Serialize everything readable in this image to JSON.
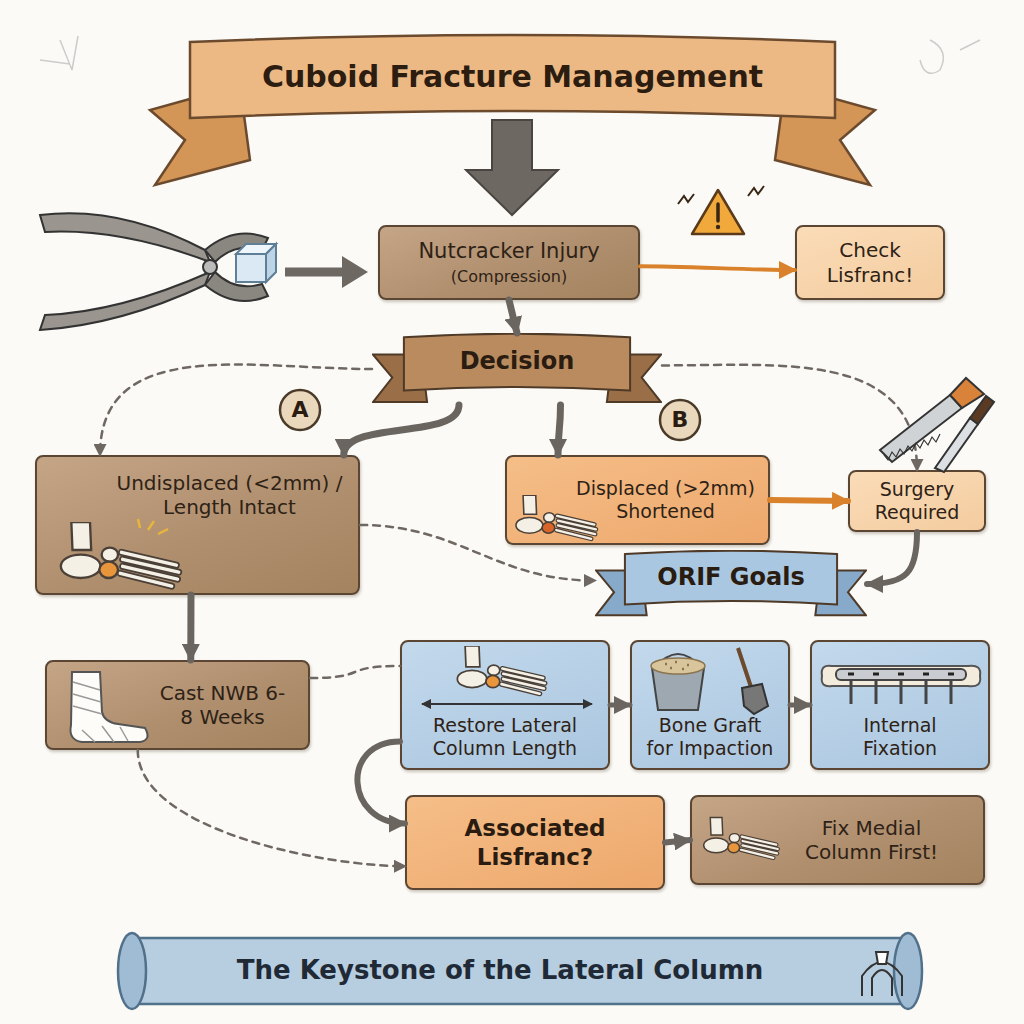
{
  "diagram": {
    "title": "Cuboid Fracture Management",
    "caption": "The Keystone of the Lateral Column",
    "nodes": [
      {
        "text": [
          "Nutcracker Injury",
          "(Compression)"
        ]
      },
      {
        "text": [
          "Check Lisfranc!"
        ]
      },
      {
        "text": [
          "Decision"
        ]
      },
      {
        "text": [
          "A"
        ]
      },
      {
        "text": [
          "B"
        ]
      },
      {
        "text": [
          "Undisplaced (<2mm) / Length Intact"
        ]
      },
      {
        "text": [
          "Displaced (>2mm) Shortened"
        ]
      },
      {
        "text": [
          "Surgery Required"
        ]
      },
      {
        "text": [
          "ORIF Goals"
        ]
      },
      {
        "text": [
          "Cast NWB 6-8 Weeks"
        ]
      },
      {
        "text": [
          "Restore Lateral Column Length"
        ]
      },
      {
        "text": [
          "Bone Graft for Impaction"
        ]
      },
      {
        "text": [
          "Internal Fixation"
        ]
      },
      {
        "text": [
          "Associated Lisfranc?"
        ]
      },
      {
        "text": [
          "Fix Medial Column First!"
        ]
      }
    ],
    "edges": [
      {
        "from": 0,
        "to": 1,
        "arrow": "to"
      },
      {
        "from": 0,
        "to": 2,
        "arrow": "to"
      },
      {
        "from": 2,
        "to": 5,
        "arrow": "to"
      },
      {
        "from": 2,
        "to": 6,
        "arrow": "to"
      },
      {
        "from": 2,
        "to": 5,
        "arrow": "to"
      },
      {
        "from": 2,
        "to": 7,
        "arrow": "to"
      },
      {
        "from": 5,
        "to": 9,
        "arrow": "to"
      },
      {
        "from": 6,
        "to": 7,
        "arrow": "to"
      },
      {
        "from": 7,
        "to": 8,
        "arrow": "to"
      },
      {
        "from": 5,
        "to": 8,
        "arrow": "to"
      },
      {
        "from": 9,
        "to": 10,
        "arrow": "none"
      },
      {
        "from": 10,
        "to": 11,
        "arrow": "to"
      },
      {
        "from": 11,
        "to": 12,
        "arrow": "to"
      },
      {
        "from": 10,
        "to": 13,
        "arrow": "to"
      },
      {
        "from": 9,
        "to": 13,
        "arrow": "to"
      },
      {
        "from": 13,
        "to": 14,
        "arrow": "to"
      }
    ]
  }
}
